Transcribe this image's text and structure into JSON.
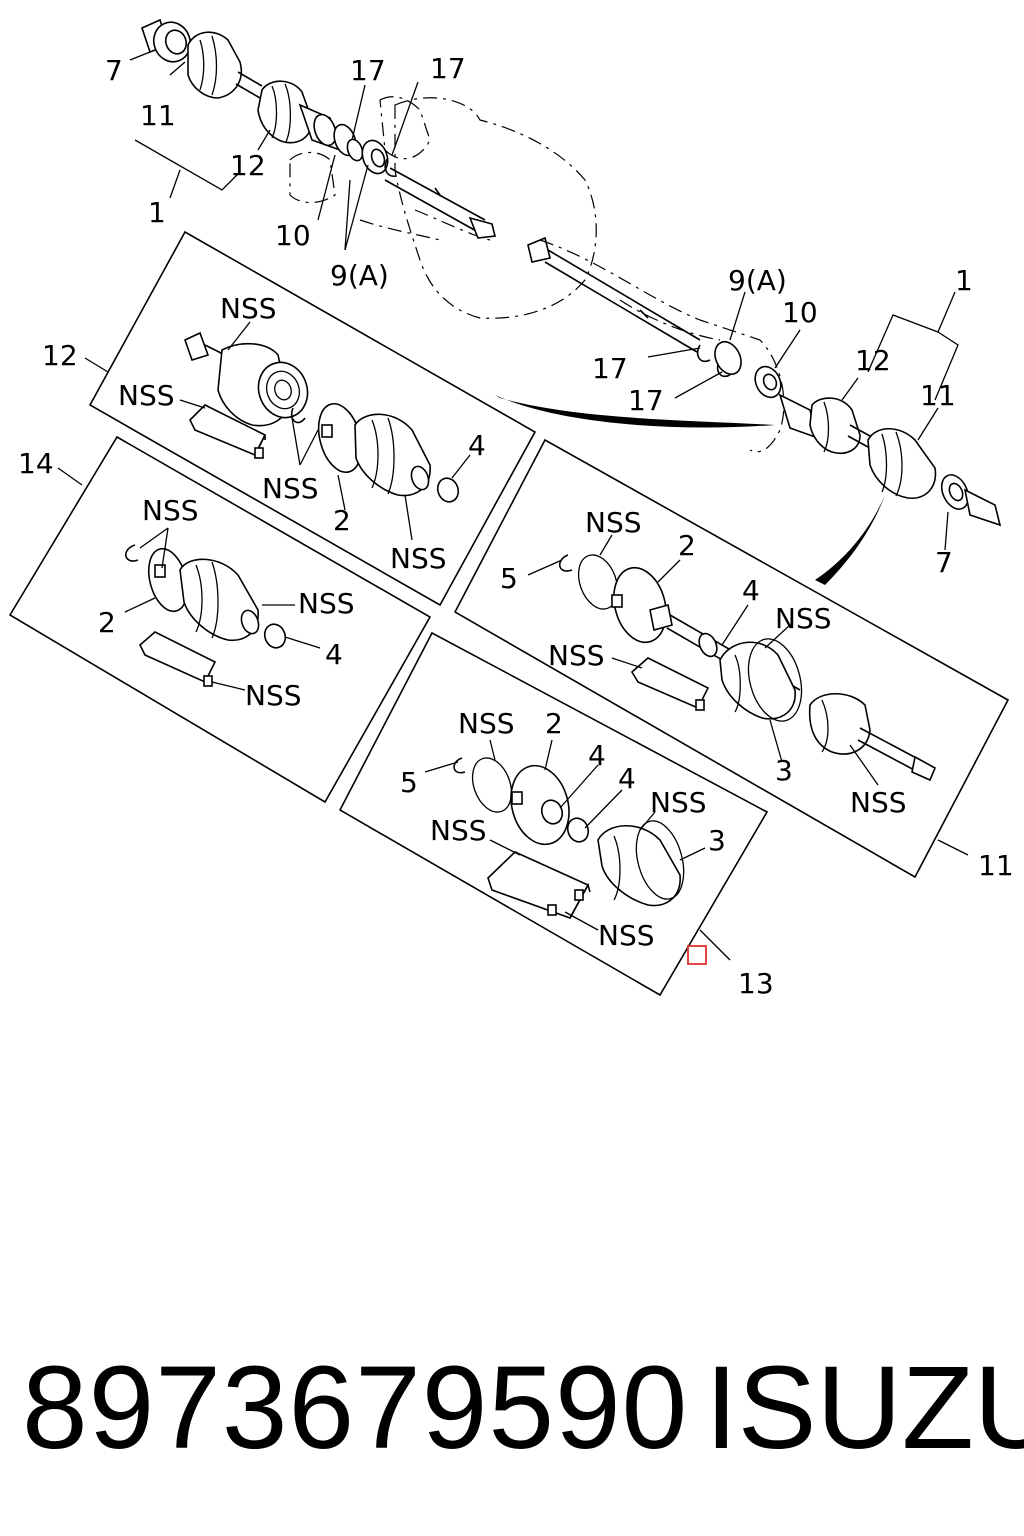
{
  "footer": {
    "part_number": "8973679590",
    "brand": "ISUZU"
  },
  "callouts": {
    "c7_top": "7",
    "c11_top": "11",
    "c12_top": "12",
    "c1_top": "1",
    "c17_a": "17",
    "c17_b": "17",
    "c10_top": "10",
    "c9a_top": "9(A)",
    "c9a_right": "9(A)",
    "c1_right": "1",
    "c10_right": "10",
    "c12_right": "12",
    "c11_right": "11",
    "c17_c": "17",
    "c17_d": "17",
    "c7_right": "7",
    "box12_label": "12",
    "box12_nss_top": "NSS",
    "box12_nss_left": "NSS",
    "box12_nss_mid": "NSS",
    "box12_nss_bottom": "NSS",
    "box12_c2": "2",
    "box12_c4": "4",
    "box14_label": "14",
    "box14_nss_top": "NSS",
    "box14_nss_right": "NSS",
    "box14_nss_bottom": "NSS",
    "box14_c2": "2",
    "box14_c4": "4",
    "box11_label": "11",
    "box11_nss_a": "NSS",
    "box11_nss_b": "NSS",
    "box11_nss_c": "NSS",
    "box11_nss_d": "NSS",
    "box11_c2": "2",
    "box11_c3": "3",
    "box11_c4": "4",
    "box11_c5": "5",
    "box13_label": "13",
    "box13_nss_a": "NSS",
    "box13_nss_b": "NSS",
    "box13_nss_c": "NSS",
    "box13_nss_d": "NSS",
    "box13_c2": "2",
    "box13_c3": "3",
    "box13_c4a": "4",
    "box13_c4b": "4",
    "box13_c5": "5"
  },
  "colors": {
    "line": "#000000",
    "marker": "#e03030",
    "background": "#ffffff"
  }
}
